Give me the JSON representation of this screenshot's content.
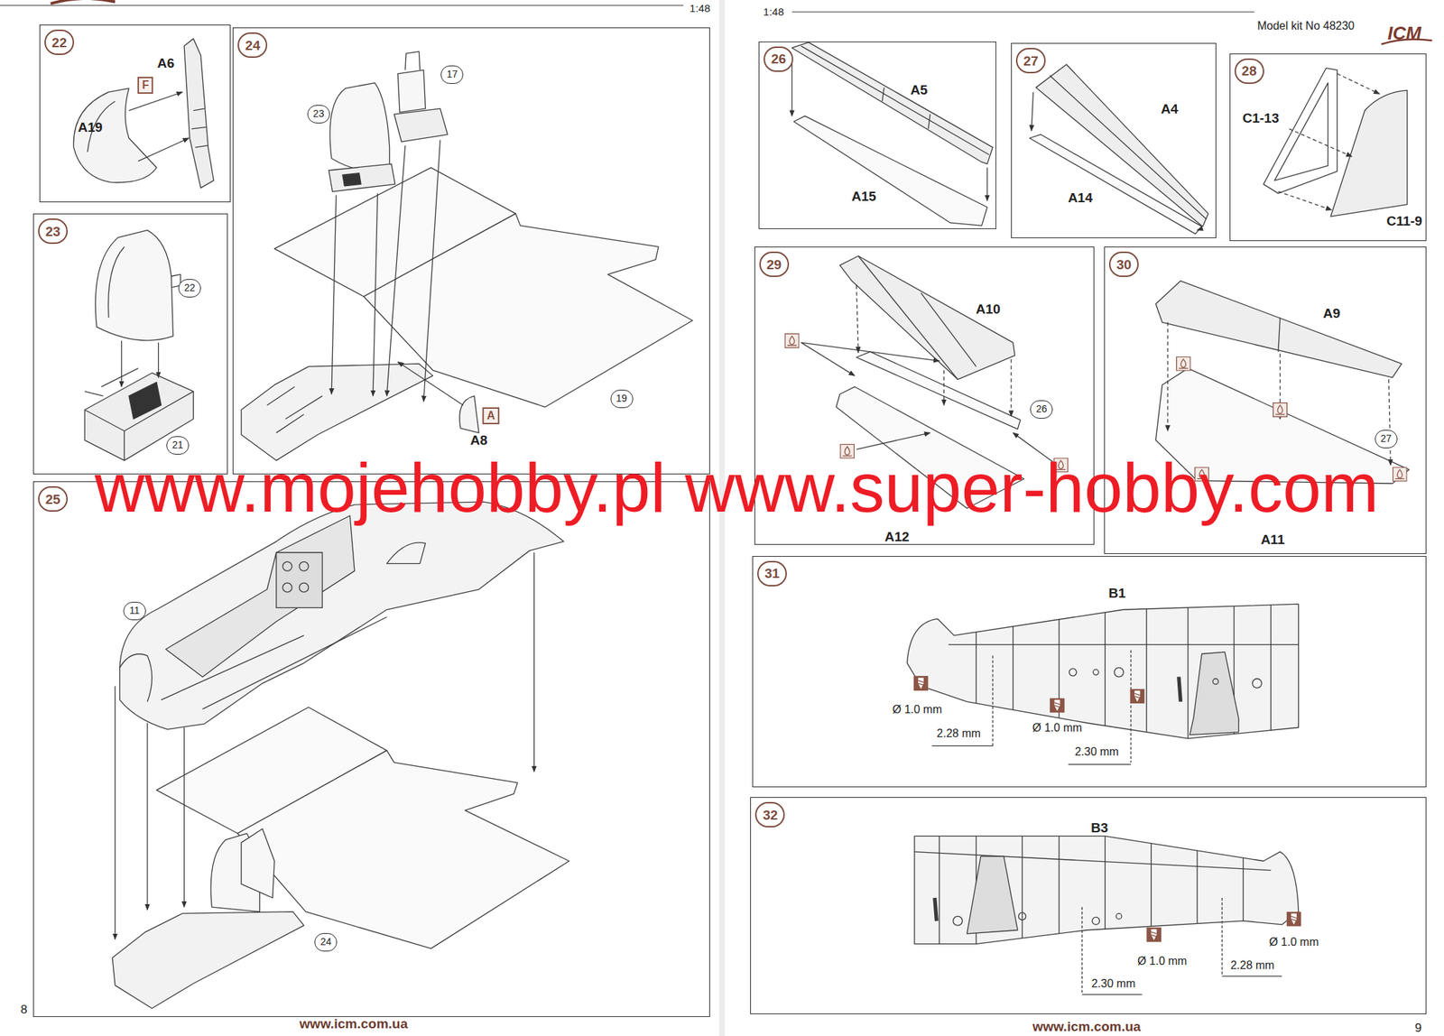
{
  "diagram": {
    "nodes": [
      {
        "text": [
          "22"
        ]
      },
      {
        "text": [
          "23"
        ]
      },
      {
        "text": [
          "24"
        ]
      },
      {
        "text": [
          "25"
        ]
      },
      {
        "text": [
          "26"
        ]
      },
      {
        "text": [
          "27"
        ]
      },
      {
        "text": [
          "28"
        ]
      },
      {
        "text": [
          "29"
        ]
      },
      {
        "text": [
          "30"
        ]
      },
      {
        "text": [
          "31"
        ]
      },
      {
        "text": [
          "32"
        ]
      }
    ],
    "labels": [
      "1:48",
      "1:48",
      "Model kit No 48230",
      "ICM",
      "A6",
      "F",
      "A19",
      "22",
      "21",
      "17",
      "23",
      "A",
      "A8",
      "19",
      "11",
      "24",
      "A5",
      "A15",
      "A4",
      "A14",
      "C1-13",
      "C11-9",
      "A10",
      "26",
      "A12",
      "A9",
      "27",
      "A11",
      "B1",
      "Ø 1.0 mm",
      "2.28 mm",
      "Ø 1.0 mm",
      "2.30 mm",
      "B3",
      "Ø 1.0 mm",
      "2.28 mm",
      "Ø 1.0 mm",
      "2.30 mm",
      "www.mojehobby.pl www.super-hobby.com",
      "8",
      "www.icm.com.ua",
      "www.icm.com.ua",
      "9"
    ]
  }
}
